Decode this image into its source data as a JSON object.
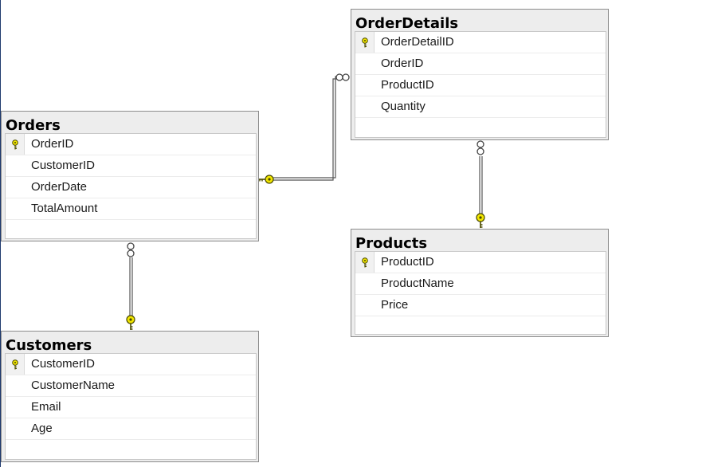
{
  "diagram": {
    "tables": {
      "orders": {
        "title": "Orders",
        "columns": [
          "OrderID",
          "CustomerID",
          "OrderDate",
          "TotalAmount"
        ],
        "primary_key": "OrderID"
      },
      "order_details": {
        "title": "OrderDetails",
        "columns": [
          "OrderDetailID",
          "OrderID",
          "ProductID",
          "Quantity"
        ],
        "primary_key": "OrderDetailID"
      },
      "products": {
        "title": "Products",
        "columns": [
          "ProductID",
          "ProductName",
          "Price"
        ],
        "primary_key": "ProductID"
      },
      "customers": {
        "title": "Customers",
        "columns": [
          "CustomerID",
          "CustomerName",
          "Email",
          "Age"
        ],
        "primary_key": "CustomerID"
      }
    },
    "relationships": [
      {
        "one": "Orders",
        "many": "OrderDetails"
      },
      {
        "one": "Products",
        "many": "OrderDetails"
      },
      {
        "one": "Customers",
        "many": "Orders"
      }
    ],
    "colors": {
      "key_icon": "#f2e600",
      "connector": "#555555",
      "table_header": "#ededed",
      "table_border": "#8c8c8c",
      "selection_edge": "#1e3a6e"
    }
  }
}
